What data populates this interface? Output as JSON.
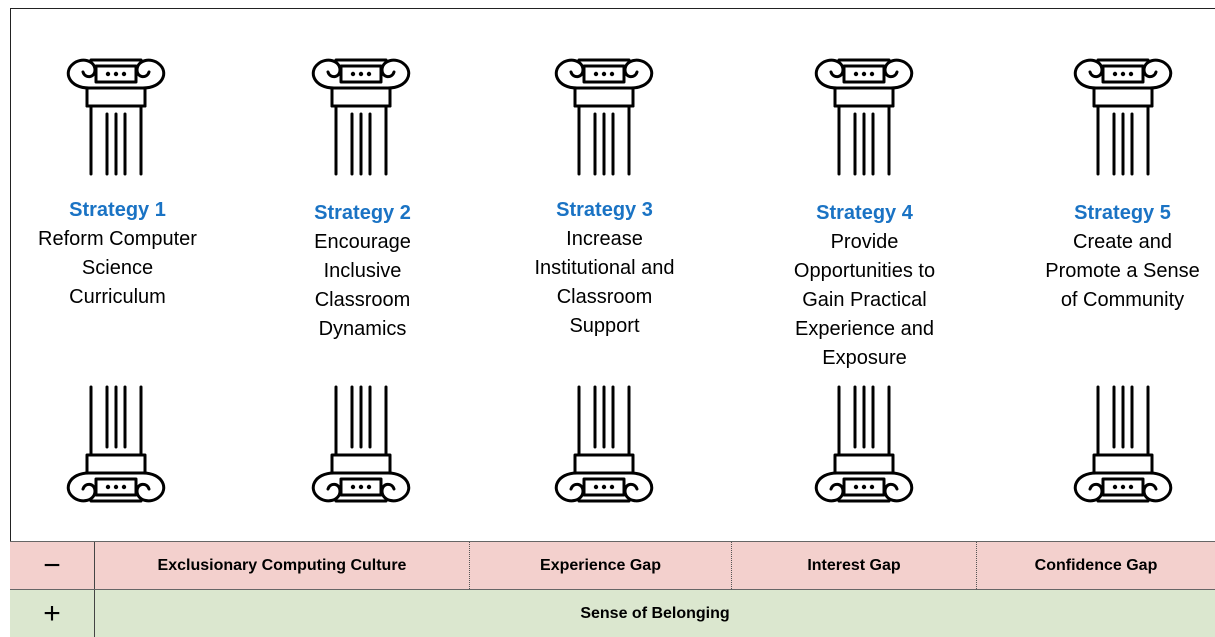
{
  "strategies": [
    {
      "num": "Strategy 1",
      "text": "Reform Computer\nScience\nCurriculum"
    },
    {
      "num": "Strategy 2",
      "text": "Encourage\nInclusive\nClassroom\nDynamics"
    },
    {
      "num": "Strategy 3",
      "text": "Increase\nInstitutional and\nClassroom\nSupport"
    },
    {
      "num": "Strategy 4",
      "text": "Provide\nOpportunities to\nGain Practical\nExperience and\nExposure"
    },
    {
      "num": "Strategy 5",
      "text": "Create and\nPromote a Sense\nof Community"
    }
  ],
  "negative": {
    "sign": "−",
    "items": [
      "Exclusionary Computing Culture",
      "Experience Gap",
      "Interest Gap",
      "Confidence Gap"
    ]
  },
  "positive": {
    "sign": "+",
    "items": [
      "Sense of Belonging"
    ]
  }
}
